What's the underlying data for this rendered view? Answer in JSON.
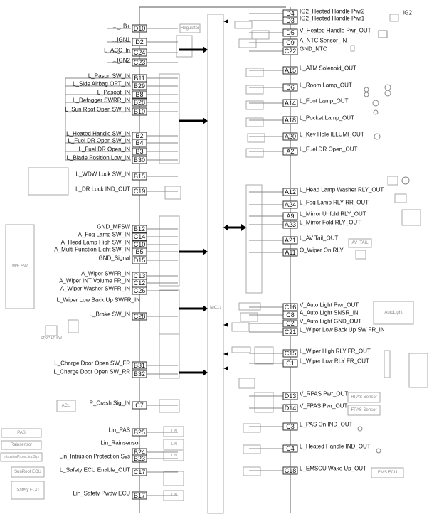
{
  "diagram": {
    "mcu_label": "MCU",
    "left_pins": [
      {
        "pin": "D10",
        "label": "B+"
      },
      {
        "pin": "D2",
        "label": "IGN1"
      },
      {
        "pin": "C24",
        "label": "L_ACC_In"
      },
      {
        "pin": "C23",
        "label": "IGN2"
      },
      {
        "pin": "B11",
        "label": "L_Pason SW_IN"
      },
      {
        "pin": "B29",
        "label": "L_Side Airbag OPT_IN"
      },
      {
        "pin": "B8",
        "label": "L_Pasopt_IN"
      },
      {
        "pin": "B28",
        "label": "L_Defogger SWRR_IN"
      },
      {
        "pin": "B10",
        "label": "L_Sun Roof Open SW_IN"
      },
      {
        "pin": "B2",
        "label": "L_Heated Handle SW_IN"
      },
      {
        "pin": "B4",
        "label": "L_Fuel DR Open SW_IN"
      },
      {
        "pin": "B3",
        "label": "L_Fuel DR Open_IN"
      },
      {
        "pin": "B30",
        "label": "L_Blade Position Low_IN"
      },
      {
        "pin": "B15",
        "label": "L_WDW Lock SW_IN"
      },
      {
        "pin": "C19",
        "label": "L_DR Lock IND_OUT"
      },
      {
        "pin": "B12",
        "label": "GND_MFSW"
      },
      {
        "pin": "C14",
        "label": "A_Fog Lamp SW_IN"
      },
      {
        "pin": "C10",
        "label": "A_Head Lamp High SW_IN"
      },
      {
        "pin": "B5",
        "label": "A_Multi Function Light SW_IN"
      },
      {
        "pin": "D15",
        "label": "GND_Signal"
      },
      {
        "pin": "C13",
        "label": "A_Wiper SWFR_IN"
      },
      {
        "pin": "C12",
        "label": "A_Wiper INT Volume FR_IN"
      },
      {
        "pin": "C26",
        "label": "A_Wiper Washer SWFR_IN"
      },
      {
        "pin": "",
        "label": "L_Wiper Low Back Up SWFR_IN"
      },
      {
        "pin": "C28",
        "label": "L_Brake SW_IN"
      },
      {
        "pin": "B31",
        "label": "L_Charge Door Open SW_FR"
      },
      {
        "pin": "B32",
        "label": "L_Charge Door Open SW_RR"
      },
      {
        "pin": "C7",
        "label": "P_Crash Sig_IN"
      },
      {
        "pin": "B25",
        "label": "Lin_PAS"
      },
      {
        "pin": "",
        "label": "Lin_Rainsensor"
      },
      {
        "pin": "B24",
        "label": ""
      },
      {
        "pin": "B23",
        "label": "Lin_Intrusion Protection Sys"
      },
      {
        "pin": "C17",
        "label": "L_Safety ECU Enable_OUT"
      },
      {
        "pin": "B17",
        "label": "Lin_Safety Pwdw ECU"
      }
    ],
    "right_pins": [
      {
        "pin": "D4",
        "label": "IG2_Heated Handle Pwr2"
      },
      {
        "pin": "D3",
        "label": "IG2_Heated Handle Pwr1"
      },
      {
        "pin": "D5",
        "label": "V_Heated Handle Pwr_OUT"
      },
      {
        "pin": "C9",
        "label": "A_NTC Sensor_IN"
      },
      {
        "pin": "C22",
        "label": "GND_NTC"
      },
      {
        "pin": "A15",
        "label": "L_ATM Solenoid_OUT"
      },
      {
        "pin": "D6",
        "label": "L_Room Lamp_OUT"
      },
      {
        "pin": "A14",
        "label": "L_Foot Lamp_OUT"
      },
      {
        "pin": "A18",
        "label": "L_Pocket Lamp_OUT"
      },
      {
        "pin": "A20",
        "label": "L_Key Hole ILLUMI_OUT"
      },
      {
        "pin": "A2",
        "label": "L_Fuel DR Open_OUT"
      },
      {
        "pin": "A12",
        "label": "L_Head Lamp Washer RLY_OUT"
      },
      {
        "pin": "A24",
        "label": "L_Fog Lamp RLY RR_OUT"
      },
      {
        "pin": "A9",
        "label": "L_Mirror Unfold RLY_OUT"
      },
      {
        "pin": "A23",
        "label": "L_Mirror Fold RLY_OUT"
      },
      {
        "pin": "A21",
        "label": "L_AV Tail_OUT"
      },
      {
        "pin": "A11",
        "label": "O_Wiper On RLY"
      },
      {
        "pin": "C16",
        "label": "V_Auto Light Pwr_OUT"
      },
      {
        "pin": "C8",
        "label": "A_Auto Light SNSR_IN"
      },
      {
        "pin": "C2",
        "label": "V_Auto Light GND_OUT"
      },
      {
        "pin": "C21",
        "label": "L_Wiper Low Back Up SW FR_IN"
      },
      {
        "pin": "C15",
        "label": "L_Wiper High RLY FR_OUT"
      },
      {
        "pin": "C1",
        "label": "L_Wiper Low RLY FR_OUT"
      },
      {
        "pin": "D13",
        "label": "V_RPAS Pwr_OUT"
      },
      {
        "pin": "D14",
        "label": "V_FPAS Pwr_OUT"
      },
      {
        "pin": "C3",
        "label": "L_PAS On IND_OUT"
      },
      {
        "pin": "C4",
        "label": "L_Heated Handle IND_OUT"
      },
      {
        "pin": "C18",
        "label": "L_EMSCU Wake Up_OUT"
      }
    ],
    "extra_labels": {
      "ig2": "IG2"
    },
    "devices": {
      "mfsw": "M/F SW",
      "autolight": "AutoLight",
      "rpas": "RPAS Sensor",
      "fpas": "FPAS Sensor",
      "ems": "EMS ECU",
      "pas": "PAS",
      "rain": "Rainsensor",
      "intrusion": "IntrusionProtectionSys",
      "sunroof": "SunRoof ECU",
      "safety": "Safety ECU",
      "acu": "ACU",
      "avtail": "AV_TAIL",
      "regulator": "Regulator",
      "lin": "LIN",
      "stop": "STOP LP SW"
    }
  }
}
